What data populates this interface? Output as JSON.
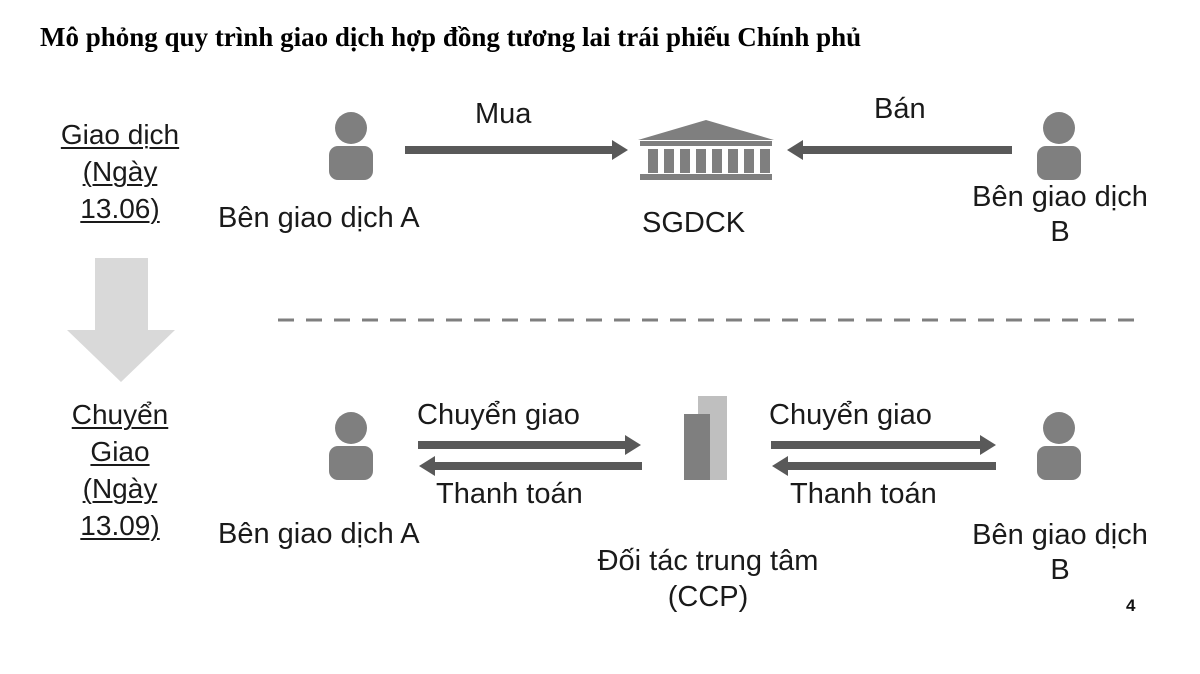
{
  "title": "Mô phỏng quy trình giao dịch hợp đồng tương lai trái phiếu Chính phủ",
  "stage_trade": [
    "Giao dịch",
    "(Ngày",
    "13.06)"
  ],
  "stage_delivery": [
    "Chuyển",
    "Giao",
    "(Ngày",
    "13.09)"
  ],
  "trade": {
    "party_a": "Bên giao dịch A",
    "party_b": [
      "Bên giao dịch",
      "B"
    ],
    "exchange": "SGDCK",
    "buy": "Mua",
    "sell": "Bán"
  },
  "delivery": {
    "party_a": "Bên giao dịch A",
    "party_b": [
      "Bên giao dịch",
      "B"
    ],
    "ccp": [
      "Đối tác trung tâm",
      "(CCP)"
    ],
    "transfer_left": "Chuyển giao",
    "payment_left": "Thanh toán",
    "transfer_right": "Chuyển giao",
    "payment_right": "Thanh toán"
  },
  "page_number": "4",
  "colors": {
    "arrow": "#595959",
    "figure": "#7f7f7f",
    "stage_arrow": "#d9d9d9",
    "divider": "#7f7f7f"
  },
  "icons": {
    "person": "person-icon",
    "exchange": "bank-building-icon",
    "ccp": "office-buildings-icon"
  }
}
